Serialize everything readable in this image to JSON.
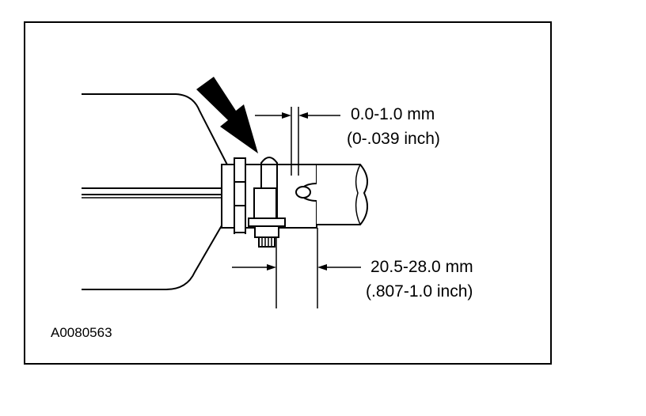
{
  "dimensions": {
    "gap_clearance": {
      "metric": "0.0-1.0 mm",
      "imperial": "(0-.039 inch)"
    },
    "clamp_length": {
      "metric": "20.5-28.0 mm",
      "imperial": "(.807-1.0 inch)"
    }
  },
  "figure_id": "A0080563",
  "colors": {
    "ink": "#000000",
    "paper": "#ffffff"
  }
}
